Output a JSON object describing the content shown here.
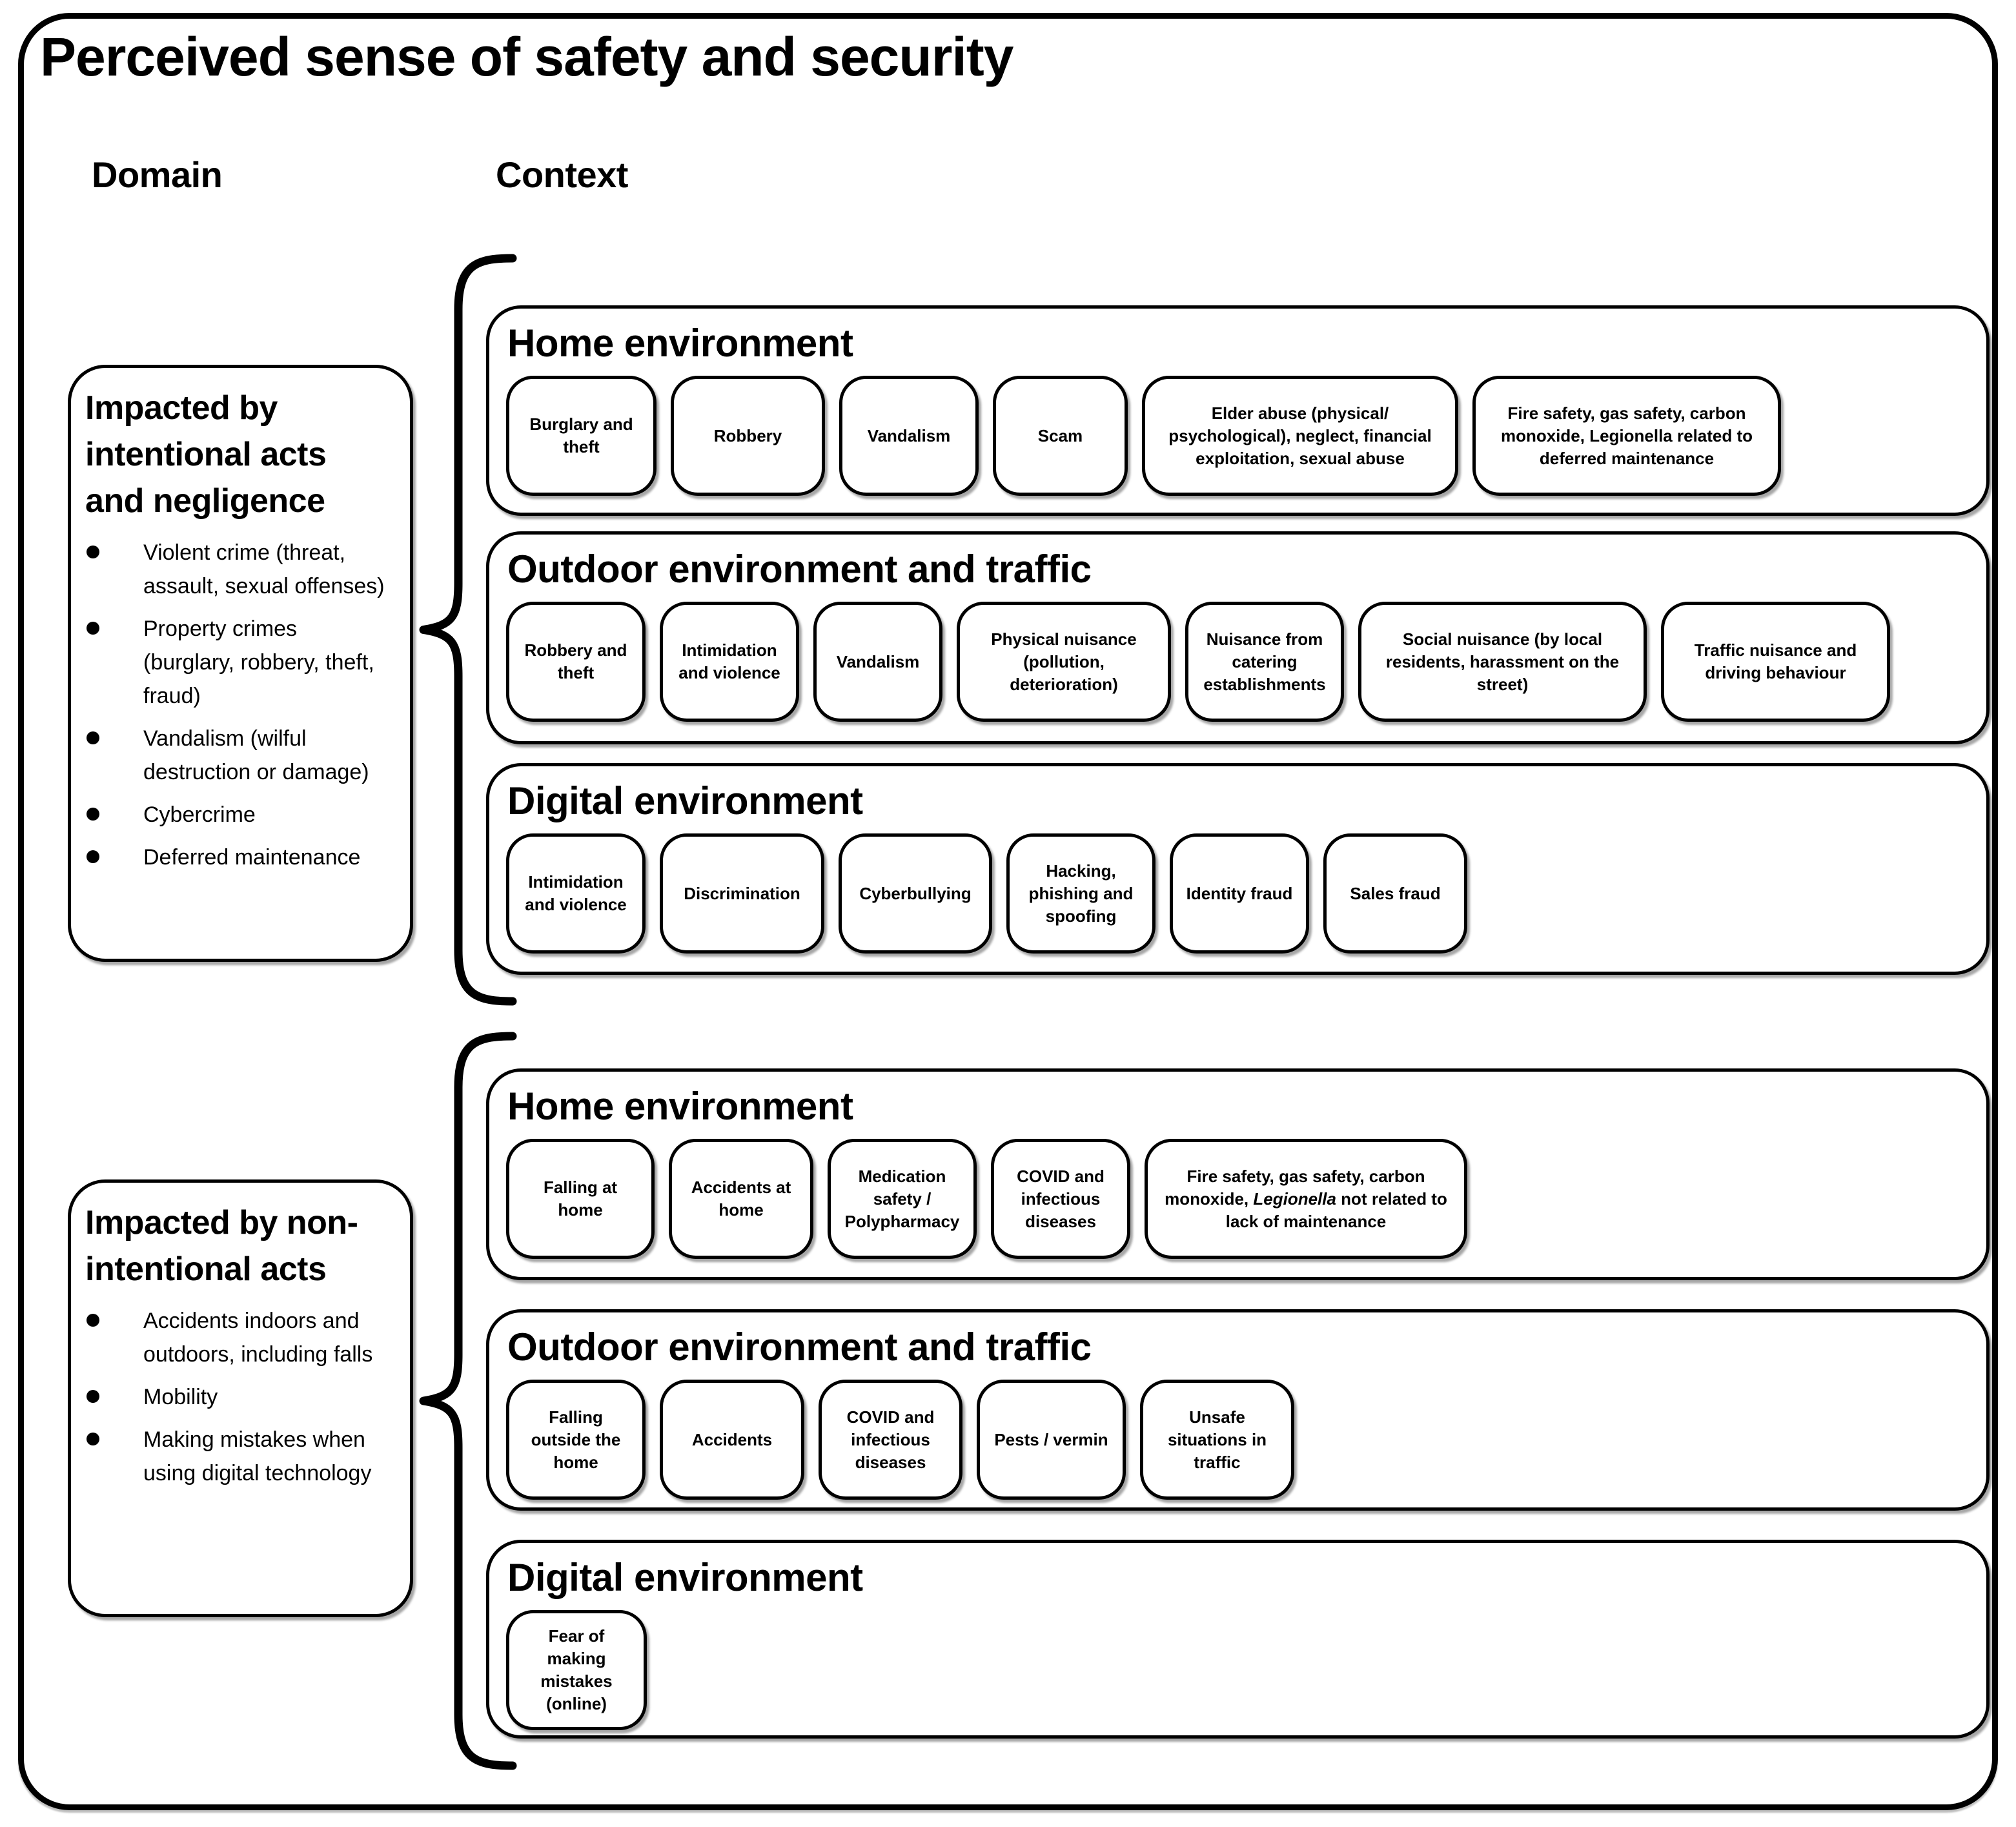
{
  "title": "Perceived sense of safety and security",
  "column_headers": {
    "domain": "Domain",
    "context": "Context"
  },
  "colors": {
    "ink": "#000000",
    "background": "#ffffff"
  },
  "domains": [
    {
      "title": "Impacted by intentional acts and negligence",
      "bullets": [
        "Violent crime (threat, assault, sexual offenses)",
        "Property crimes (burglary, robbery, theft, fraud)",
        "Vandalism (wilful destruction or damage)",
        "Cybercrime",
        "Deferred maintenance"
      ],
      "contexts": [
        {
          "heading": "Home environment",
          "items": [
            {
              "label": "Burglary and theft"
            },
            {
              "label": "Robbery"
            },
            {
              "label": "Vandalism"
            },
            {
              "label": "Scam"
            },
            {
              "label": "Elder abuse (physical/ psychological), neglect, financial exploitation, sexual abuse"
            },
            {
              "label": "Fire safety, gas safety, carbon monoxide, Legionella related to deferred maintenance"
            }
          ]
        },
        {
          "heading": "Outdoor environment and traffic",
          "items": [
            {
              "label": "Robbery and theft"
            },
            {
              "label": "Intimidation and violence"
            },
            {
              "label": "Vandalism"
            },
            {
              "label": "Physical nuisance (pollution, deterioration)"
            },
            {
              "label": "Nuisance from catering establishments"
            },
            {
              "label": "Social nuisance (by local residents, harassment on the street)"
            },
            {
              "label": "Traffic nuisance and driving behaviour"
            }
          ]
        },
        {
          "heading": "Digital environment",
          "items": [
            {
              "label": "Intimidation and violence"
            },
            {
              "label": "Discrimination"
            },
            {
              "label": "Cyberbullying"
            },
            {
              "label": "Hacking, phishing and spoofing"
            },
            {
              "label": "Identity fraud"
            },
            {
              "label": "Sales fraud"
            }
          ]
        }
      ]
    },
    {
      "title": "Impacted by non-intentional acts",
      "bullets": [
        "Accidents indoors and outdoors, including falls",
        "Mobility",
        "Making mistakes when using digital technology"
      ],
      "contexts": [
        {
          "heading": "Home environment",
          "items": [
            {
              "label": "Falling at home"
            },
            {
              "label": "Accidents at home"
            },
            {
              "label": "Medication safety / Polypharmacy"
            },
            {
              "label": "COVID and infectious diseases"
            },
            {
              "label": "Fire safety, gas safety, carbon monoxide, Legionella not related to lack of maintenance",
              "italic_word": "Legionella"
            }
          ]
        },
        {
          "heading": "Outdoor environment and traffic",
          "items": [
            {
              "label": "Falling outside the home"
            },
            {
              "label": "Accidents"
            },
            {
              "label": "COVID and infectious diseases"
            },
            {
              "label": "Pests / vermin"
            },
            {
              "label": "Unsafe situations in traffic"
            }
          ]
        },
        {
          "heading": "Digital environment",
          "items": [
            {
              "label": "Fear of making mistakes (online)"
            }
          ]
        }
      ]
    }
  ]
}
